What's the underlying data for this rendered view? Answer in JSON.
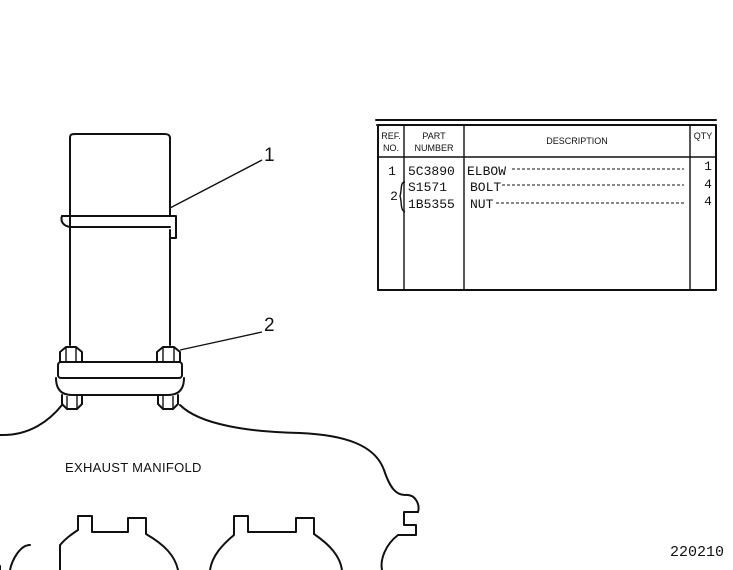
{
  "callouts": [
    "1",
    "2"
  ],
  "manifold_label": "EXHAUST MANIFOLD",
  "figure_number": "220210",
  "parts_table": {
    "headers": {
      "ref_line1": "REF.",
      "ref_line2": "NO.",
      "part_line1": "PART",
      "part_line2": "NUMBER",
      "description": "DESCRIPTION",
      "qty": "QTY"
    },
    "rows": [
      {
        "ref": "1",
        "part_number": "5C3890",
        "description": "ELBOW",
        "qty": "1"
      },
      {
        "ref": "2",
        "part_number": "S1571",
        "description": "BOLT",
        "qty": "4"
      },
      {
        "ref": "",
        "part_number": "1B5355",
        "description": "NUT",
        "qty": "4"
      }
    ]
  }
}
